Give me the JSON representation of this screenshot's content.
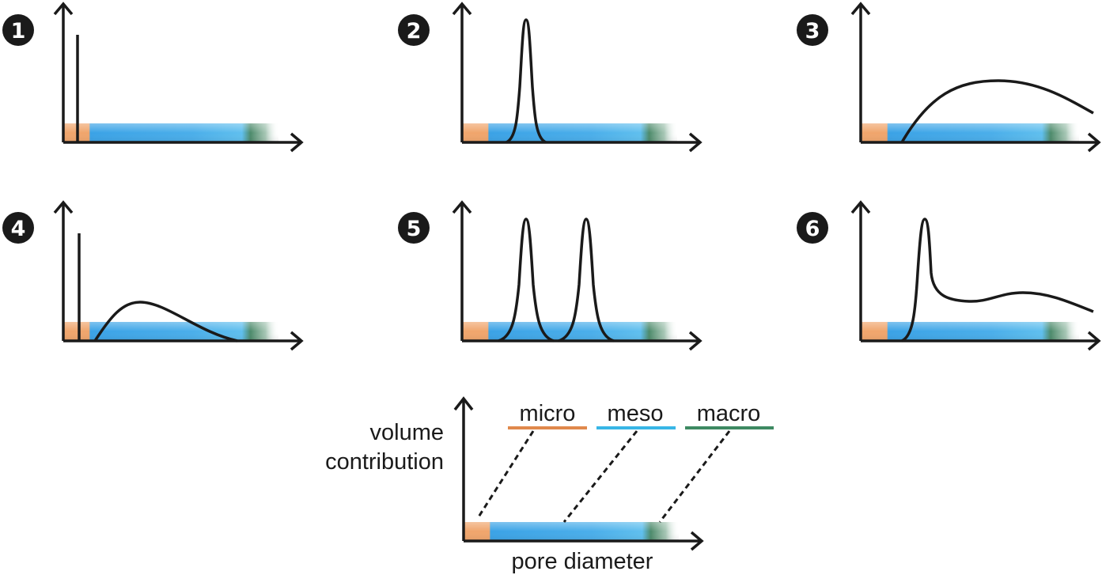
{
  "panels": [
    {
      "label": "1",
      "curve": "micro-spike"
    },
    {
      "label": "2",
      "curve": "single-narrow-meso-peak"
    },
    {
      "label": "3",
      "curve": "broad-distribution"
    },
    {
      "label": "4",
      "curve": "micro-spike-plus-broad-meso"
    },
    {
      "label": "5",
      "curve": "two-narrow-meso-peaks"
    },
    {
      "label": "6",
      "curve": "narrow-peak-plus-broad-tail"
    }
  ],
  "legend": {
    "micro": {
      "label": "micro",
      "color": "#e0894c"
    },
    "meso": {
      "label": "meso",
      "color": "#38b6e6"
    },
    "macro": {
      "label": "macro",
      "color": "#3e8a62"
    }
  },
  "key_axes": {
    "ylabel_line1": "volume",
    "ylabel_line2": "contribution",
    "xlabel": "pore diameter"
  },
  "colors": {
    "micro": "#f0a56c",
    "meso": "#45a8e8",
    "macro": "#3c7a58",
    "ink": "#1a1a1a"
  }
}
